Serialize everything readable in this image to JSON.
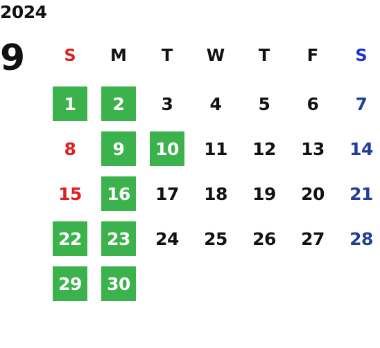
{
  "year": "2024",
  "month": "9",
  "colors": {
    "highlight": "#3cb24d",
    "sunday": "#e02020",
    "saturday_header": "#1f2fd6",
    "saturday": "#1f3e9a",
    "weekday": "#111111"
  },
  "weekdays": [
    "S",
    "M",
    "T",
    "W",
    "T",
    "F",
    "S"
  ],
  "weeks": [
    [
      {
        "d": "1",
        "hl": true
      },
      {
        "d": "2",
        "hl": true
      },
      {
        "d": "3"
      },
      {
        "d": "4"
      },
      {
        "d": "5"
      },
      {
        "d": "6"
      },
      {
        "d": "7"
      }
    ],
    [
      {
        "d": "8"
      },
      {
        "d": "9",
        "hl": true
      },
      {
        "d": "10",
        "hl": true
      },
      {
        "d": "11"
      },
      {
        "d": "12"
      },
      {
        "d": "13"
      },
      {
        "d": "14"
      }
    ],
    [
      {
        "d": "15"
      },
      {
        "d": "16",
        "hl": true
      },
      {
        "d": "17"
      },
      {
        "d": "18"
      },
      {
        "d": "19"
      },
      {
        "d": "20"
      },
      {
        "d": "21"
      }
    ],
    [
      {
        "d": "22",
        "hl": true
      },
      {
        "d": "23",
        "hl": true
      },
      {
        "d": "24"
      },
      {
        "d": "25"
      },
      {
        "d": "26"
      },
      {
        "d": "27"
      },
      {
        "d": "28"
      }
    ],
    [
      {
        "d": "29",
        "hl": true
      },
      {
        "d": "30",
        "hl": true
      }
    ]
  ]
}
